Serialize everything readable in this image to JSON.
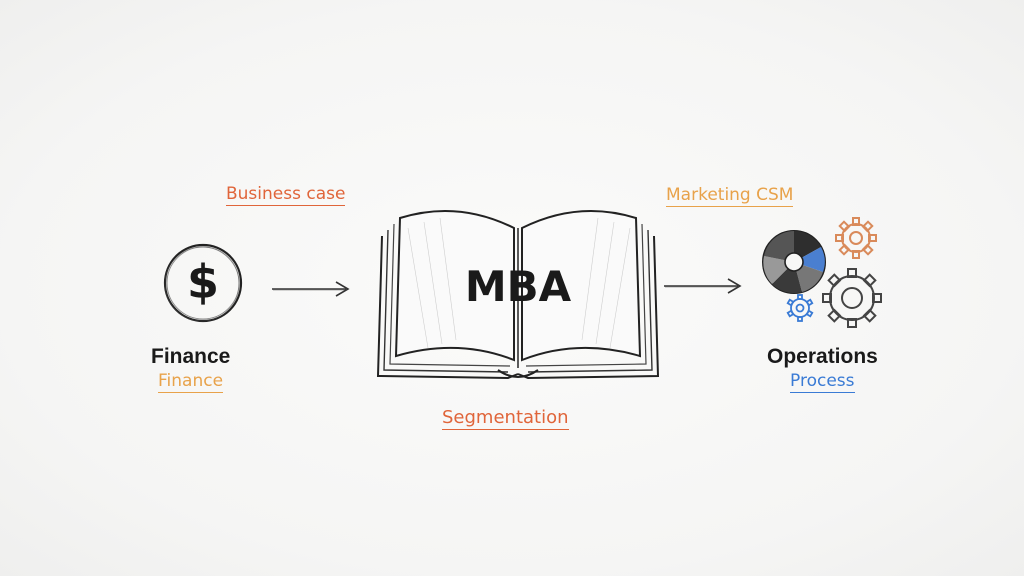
{
  "diagram": {
    "left": {
      "icon": "dollar-coin-icon",
      "title": "Finance",
      "subtitle": "Finance"
    },
    "center": {
      "icon": "open-book-icon",
      "book_text": "MBA",
      "top_left_note": "Business case",
      "top_right_note": "Marketing CSM",
      "bottom_note": "Segmentation"
    },
    "right": {
      "icon": "gears-icon",
      "title": "Operations",
      "subtitle": "Process"
    }
  },
  "colors": {
    "ink": "#1a1a1a",
    "orange": "#e8a24a",
    "red_orange": "#e0653a",
    "blue": "#3a7bd5",
    "gear_orange": "#d98a5a"
  }
}
